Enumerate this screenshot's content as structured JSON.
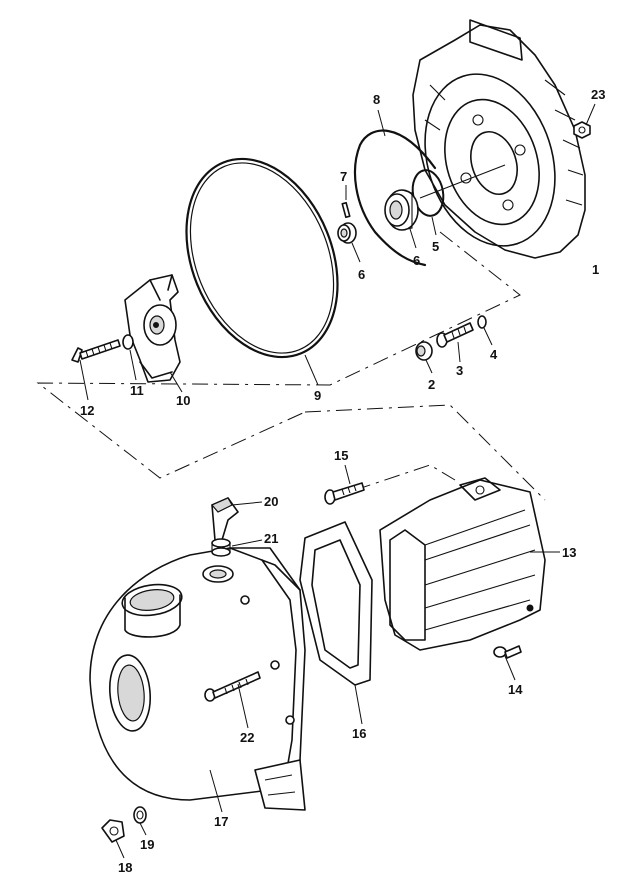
{
  "callouts": [
    {
      "number": "1"
    },
    {
      "number": "2"
    },
    {
      "number": "3"
    },
    {
      "number": "4"
    },
    {
      "number": "5"
    },
    {
      "number": "6"
    },
    {
      "number": "6"
    },
    {
      "number": "7"
    },
    {
      "number": "8"
    },
    {
      "number": "9"
    },
    {
      "number": "10"
    },
    {
      "number": "11"
    },
    {
      "number": "12"
    },
    {
      "number": "13"
    },
    {
      "number": "14"
    },
    {
      "number": "15"
    },
    {
      "number": "16"
    },
    {
      "number": "17"
    },
    {
      "number": "18"
    },
    {
      "number": "19"
    },
    {
      "number": "20"
    },
    {
      "number": "21"
    },
    {
      "number": "22"
    },
    {
      "number": "23"
    }
  ],
  "colors": {
    "ink": "#111111",
    "background": "#ffffff",
    "shade": "#d8d8d8"
  }
}
